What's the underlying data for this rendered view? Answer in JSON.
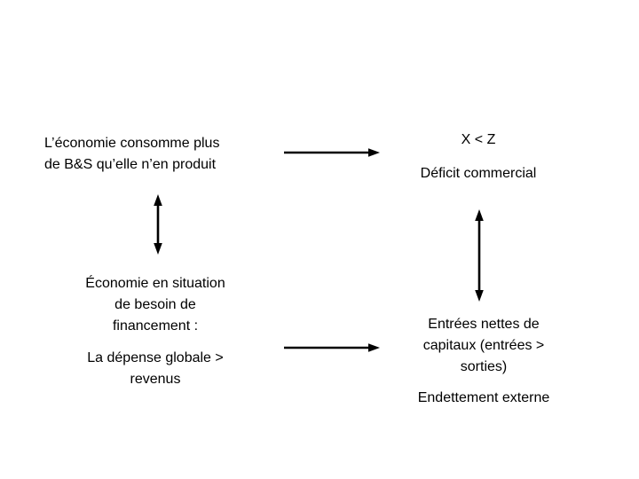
{
  "diagram": {
    "title_text": "",
    "background_color": "#ffffff",
    "text_color": "#000000",
    "arrow_color": "#000000",
    "blocks": {
      "consumption": {
        "text": "L’économie consomme plus\nde B&S qu’elle n’en produit"
      },
      "trade_condition": {
        "text": "X < Z"
      },
      "trade_deficit": {
        "text": "Déficit commercial"
      },
      "financing_need": {
        "text": "Économie en situation\nde besoin de\nfinancement :"
      },
      "spending": {
        "text": "La dépense globale >\nrevenus"
      },
      "capital_inflows": {
        "text": "Entrées nettes de\ncapitaux (entrées >\nsorties)"
      },
      "external_debt": {
        "text": "Endettement externe"
      }
    },
    "arrows": [
      {
        "name": "arrow-top-horizontal",
        "direction": "right",
        "heads": "single",
        "orientation": "horizontal"
      },
      {
        "name": "arrow-left-vertical",
        "direction": "both",
        "heads": "double",
        "orientation": "vertical"
      },
      {
        "name": "arrow-right-vertical",
        "direction": "both",
        "heads": "double",
        "orientation": "vertical"
      },
      {
        "name": "arrow-bottom-horizontal",
        "direction": "right",
        "heads": "single",
        "orientation": "horizontal"
      }
    ]
  }
}
